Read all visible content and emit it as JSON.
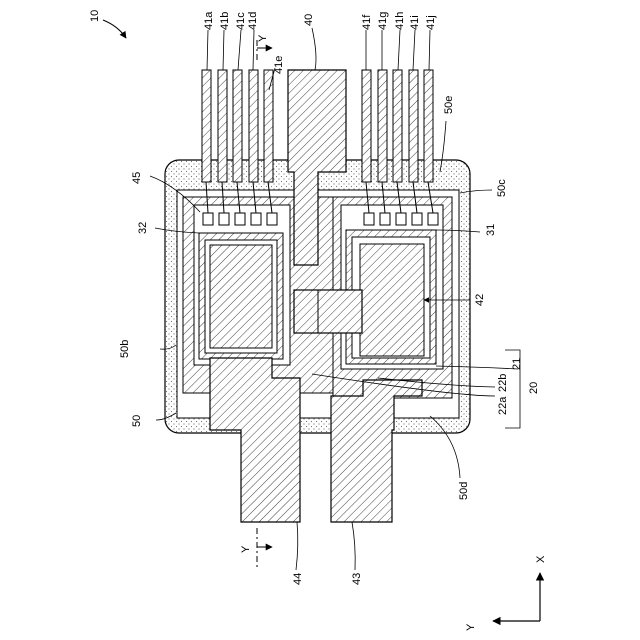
{
  "figure": {
    "ref_main": "10",
    "leads_top": [
      "41a",
      "41b",
      "41c",
      "41d",
      "41e",
      "41f",
      "41g",
      "41h",
      "41i",
      "41j"
    ],
    "section_mark": "Y",
    "ref_40": "40",
    "ref_45": "45",
    "ref_32": "32",
    "ref_31": "31",
    "ref_42": "42",
    "ref_50": "50",
    "ref_50b": "50b",
    "ref_50c": "50c",
    "ref_50d": "50d",
    "ref_50e": "50e",
    "ref_21": "21",
    "ref_22a": "22a",
    "ref_22b": "22b",
    "ref_20": "20",
    "ref_44": "44",
    "ref_43": "43",
    "axis_x": "X",
    "axis_y": "Y"
  }
}
